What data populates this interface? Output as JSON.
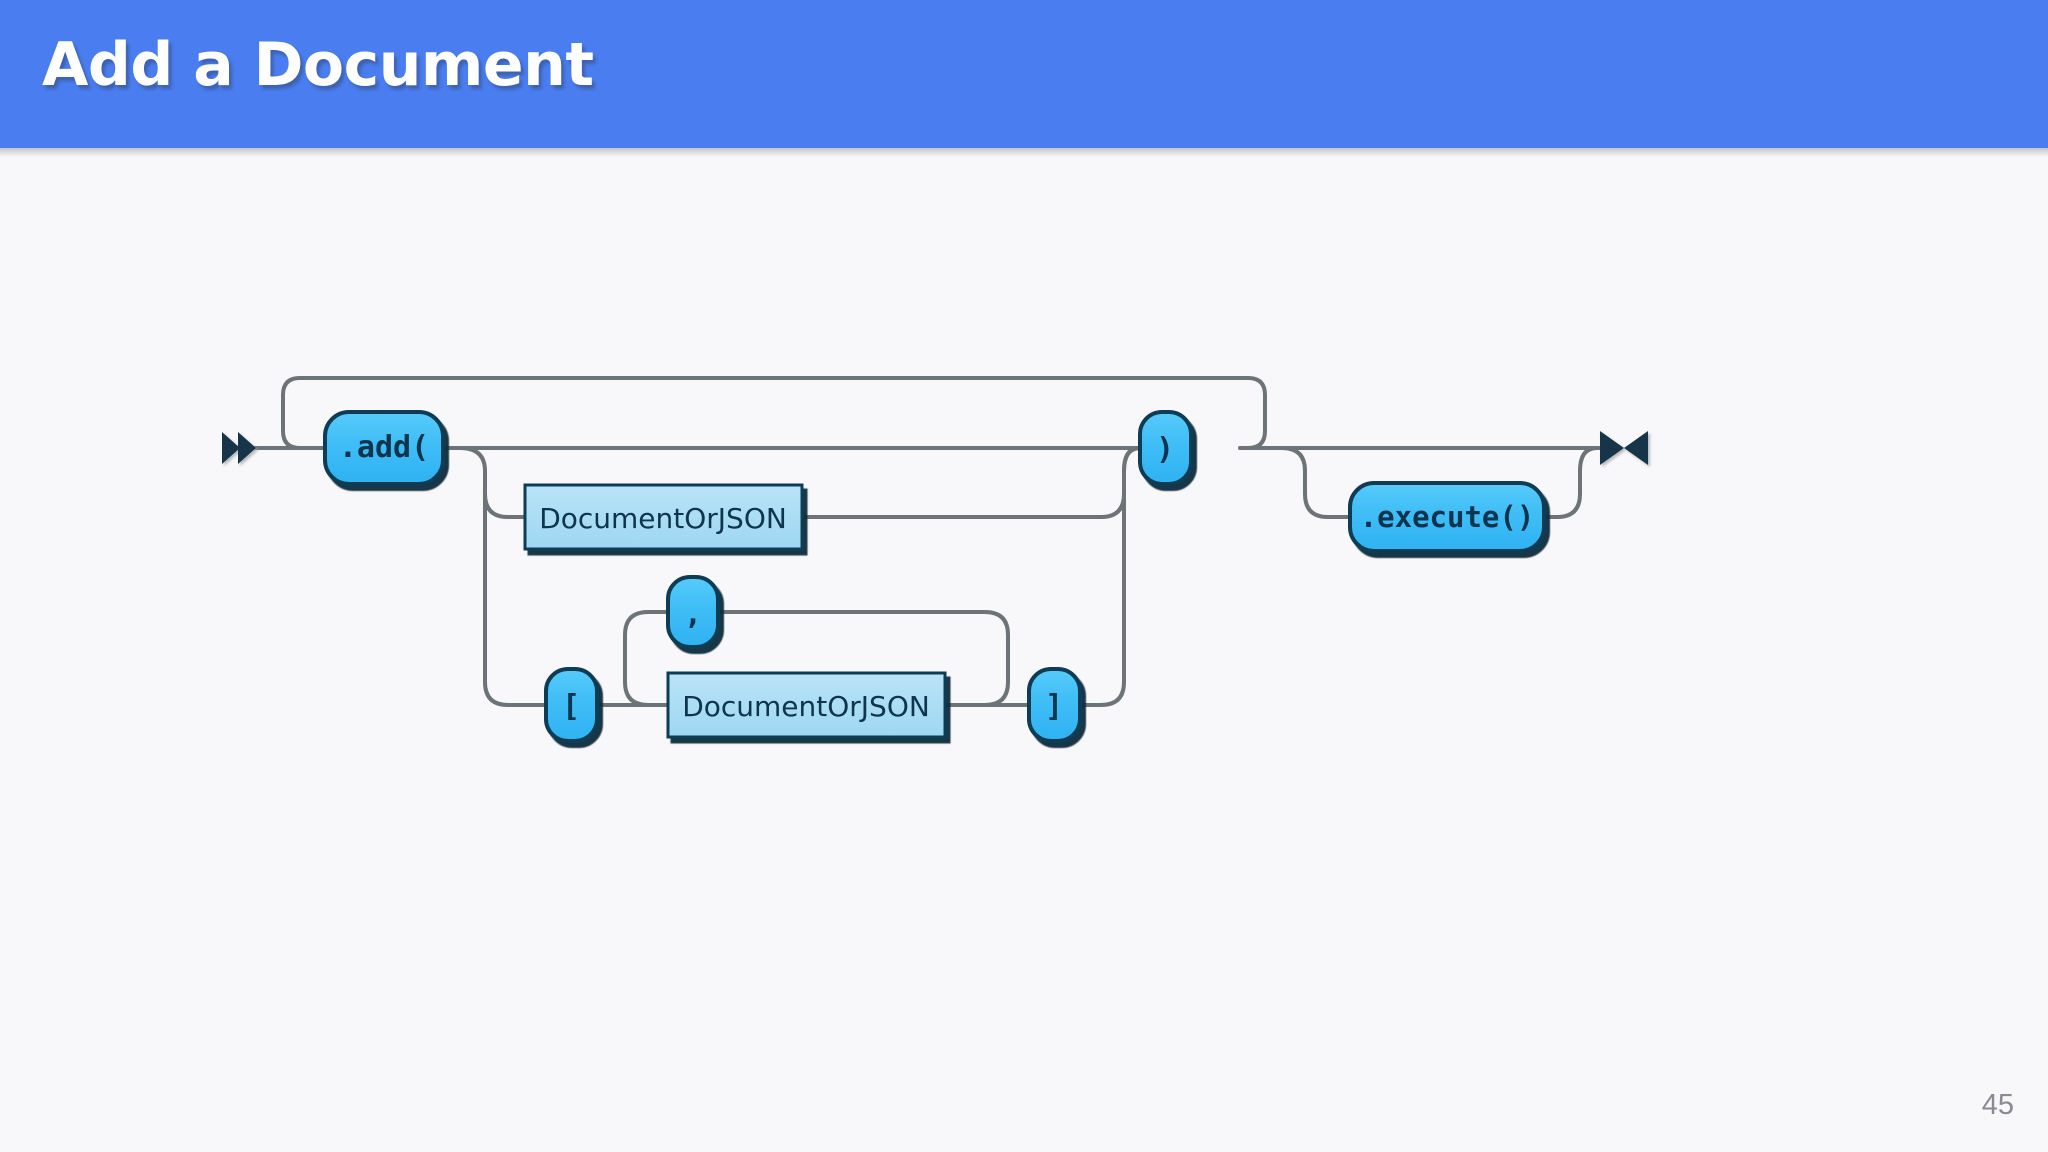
{
  "slide": {
    "title": "Add a Document",
    "page_number": "45"
  },
  "colors": {
    "header_background": "#4a7ef0",
    "slide_background": "#f8f7f9",
    "terminal_fill": "#3fbdf6",
    "terminal_fill_light": "#5ccbf9",
    "nonterminal_fill": "#a9ddf5",
    "node_stroke": "#0d3c55",
    "node_shadow": "#0a2b3d",
    "rail_stroke": "#6d7477",
    "marker_fill": "#17344a",
    "text_color": "#11354f",
    "page_number_color": "#8a8a90"
  },
  "railroad": {
    "type": "railroad-syntax-diagram",
    "name": "Add a Document",
    "start_marker": "double-triangle-right",
    "end_marker": "bowtie",
    "nodes": [
      {
        "id": "add-open",
        "label": ".add(",
        "kind": "terminal",
        "shape": "rounded-pill"
      },
      {
        "id": "doc-single",
        "label": "DocumentOrJSON",
        "kind": "nonterminal",
        "shape": "rectangle"
      },
      {
        "id": "comma",
        "label": ",",
        "kind": "terminal",
        "shape": "rounded-pill"
      },
      {
        "id": "bracket-open",
        "label": "[",
        "kind": "terminal",
        "shape": "rounded-pill"
      },
      {
        "id": "doc-list",
        "label": "DocumentOrJSON",
        "kind": "nonterminal",
        "shape": "rectangle"
      },
      {
        "id": "bracket-close",
        "label": "]",
        "kind": "terminal",
        "shape": "rounded-pill"
      },
      {
        "id": "paren-close",
        "label": ")",
        "kind": "terminal",
        "shape": "rounded-pill"
      },
      {
        "id": "execute",
        "label": ".execute()",
        "kind": "terminal",
        "shape": "rounded-pill"
      }
    ],
    "branches": [
      {
        "id": "bypass-add-paren",
        "description": "top bypass skipping .add( ... )"
      },
      {
        "id": "empty-args",
        "description": "straight line with no arguments"
      },
      {
        "id": "single-doc",
        "description": "single DocumentOrJSON argument"
      },
      {
        "id": "doc-array",
        "description": "[ DocumentOrJSON ( , DocumentOrJSON )* ]"
      },
      {
        "id": "comma-repeat",
        "description": "comma repetition loop around DocumentOrJSON"
      },
      {
        "id": "execute-optional",
        "description": "optional .execute() call"
      }
    ]
  }
}
